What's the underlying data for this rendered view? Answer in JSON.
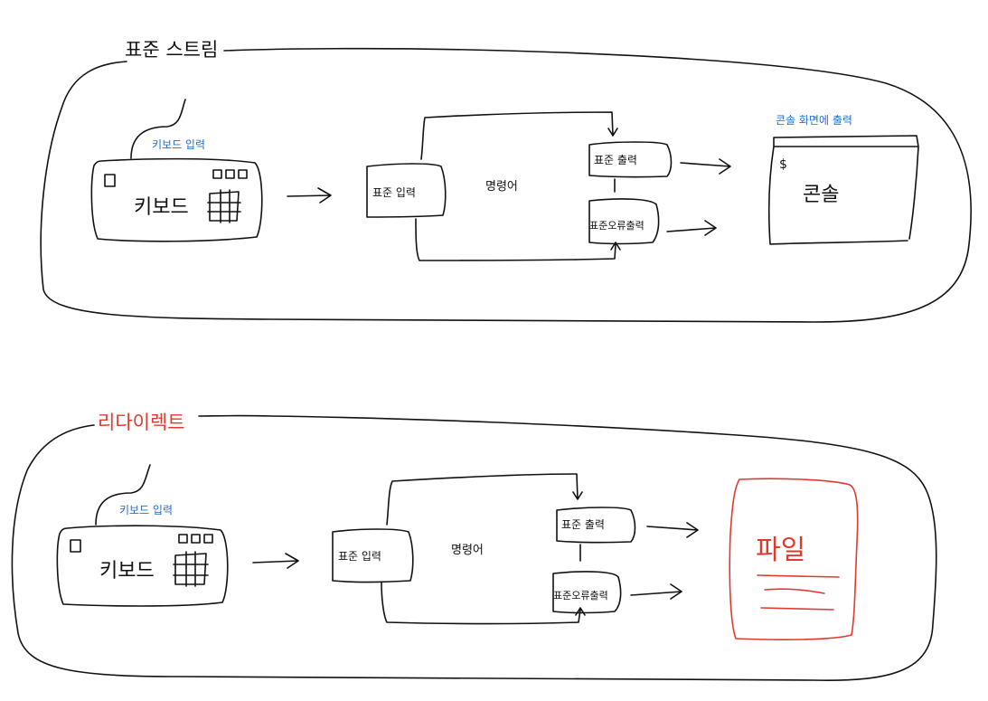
{
  "colors": {
    "ink": "#111111",
    "blue": "#1f6fd6",
    "red": "#e03a2f"
  },
  "top": {
    "title": "표준 스트림",
    "keyboard_caption": "키보드 입력",
    "keyboard_label": "키보드",
    "stdin_label": "표준 입력",
    "command_label": "명령어",
    "stdout_label": "표준 출력",
    "stderr_label": "표준오류출력",
    "console_caption": "콘솔 화면에 출력",
    "console_prompt": "$",
    "console_label": "콘솔"
  },
  "bottom": {
    "title": "리다이렉트",
    "keyboard_caption": "키보드 입력",
    "keyboard_label": "키보드",
    "stdin_label": "표준 입력",
    "command_label": "명령어",
    "stdout_label": "표준 출력",
    "stderr_label": "표준오류출력",
    "file_label": "파일"
  }
}
